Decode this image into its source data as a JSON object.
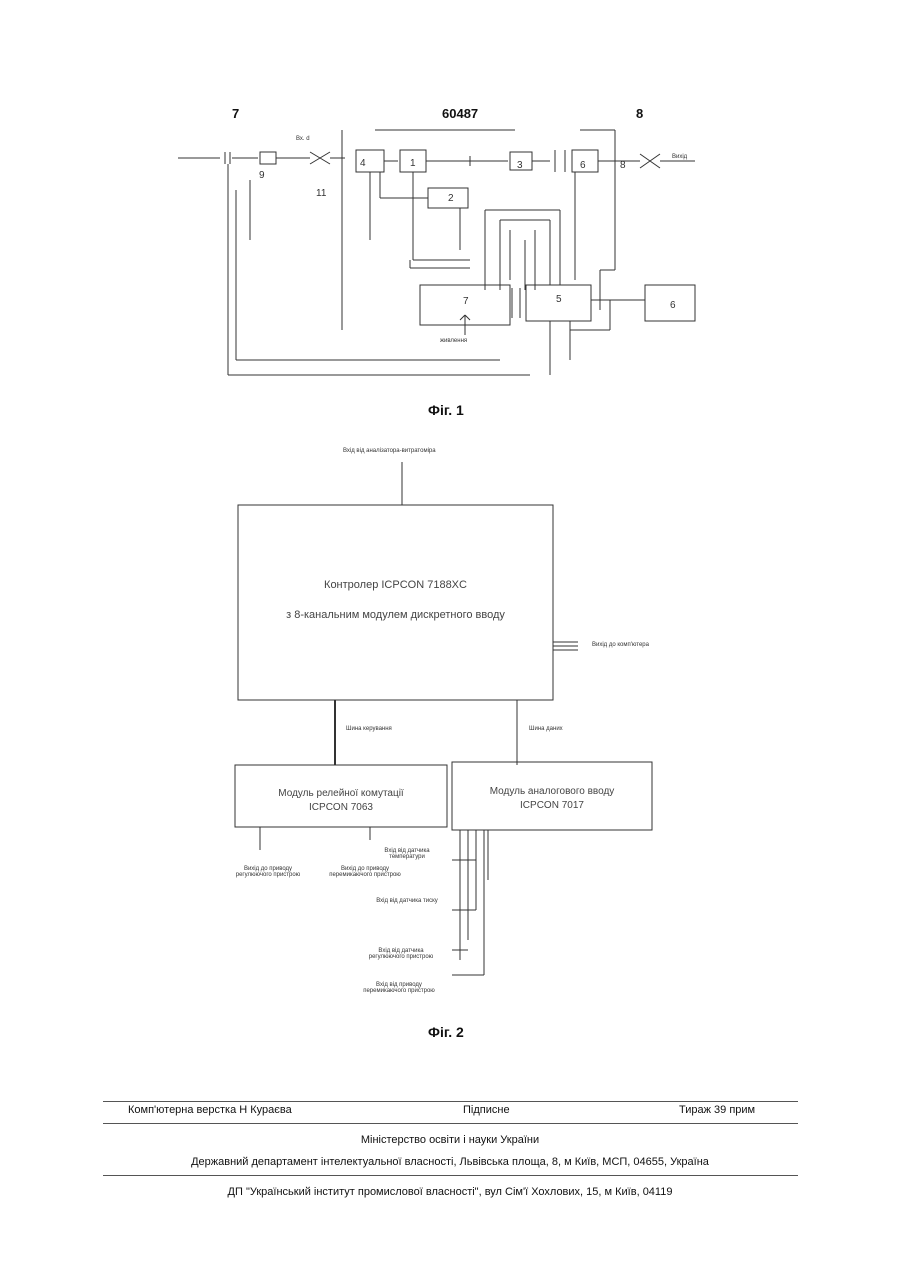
{
  "header": {
    "left_number": "7",
    "patent_number": "60487",
    "right_number": "8"
  },
  "fig1": {
    "caption": "Фіг. 1",
    "block_labels": [
      "9",
      "11",
      "1",
      "2",
      "3",
      "4",
      "5",
      "6",
      "7",
      "8",
      "6"
    ],
    "block_label_7": "7",
    "block_label_8": "8",
    "block_label_6": "6",
    "output_label": "Вихід",
    "bottom_label": "живлення",
    "top_left_label": "Вх. d"
  },
  "fig2": {
    "caption": "Фіг. 2",
    "top_input": "Вхід від аналізатора-витратоміра",
    "controller_line1": "Контролер ICPCON 7188XC",
    "controller_line2": "з 8-канальним модулем дискретного вводу",
    "controller_output": "Вихід до комп'ютера",
    "bus_left": "Шина керування",
    "bus_right": "Шина даних",
    "relay_line1": "Модуль релейної комутації",
    "relay_line2": "ICPCON 7063",
    "analog_line1": "Модуль аналогового вводу",
    "analog_line2": "ICPCON 7017",
    "out_left": "Вихід до приводу регулюючого пристрою",
    "out_mid": "Вихід до приводу перемикаючого пристрою",
    "in1": "Вхід від датчика температури",
    "in2": "Вхід від датчика тиску",
    "in3": "Вхід від датчика регулюючого пристрою",
    "in4": "Вхід від приводу перемикаючого пристрою"
  },
  "footer": {
    "typesetting": "Комп'ютерна верстка Н  Кураєва",
    "signed": "Підписне",
    "print_run": "Тираж 39 прим",
    "ministry": "Міністерство освіти і науки України",
    "department": "Державний департамент інтелектуальної власності, Львівська площа, 8, м  Київ, МСП, 04655, Україна",
    "institute": "ДП \"Український інститут промислової власності\", вул  Сім'ї Хохлових, 15, м  Київ, 04119"
  }
}
